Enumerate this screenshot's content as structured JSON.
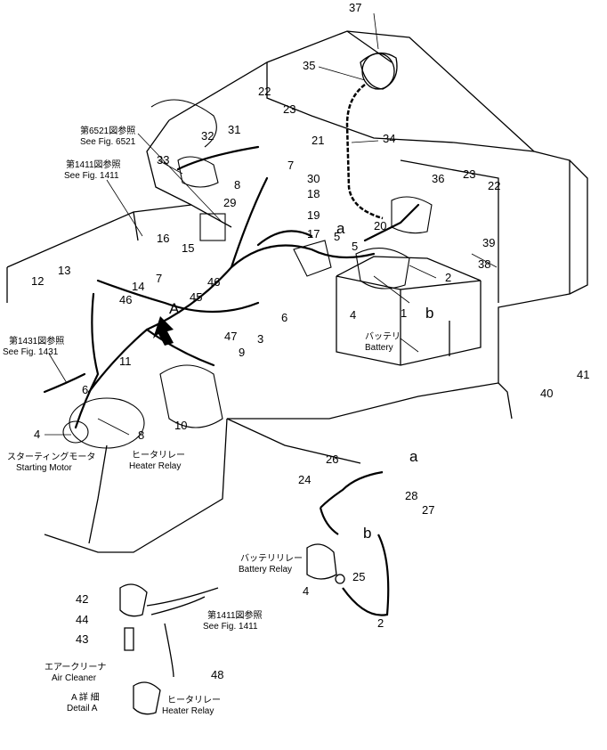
{
  "callouts": [
    {
      "id": "c1",
      "text": "1"
    },
    {
      "id": "c2",
      "text": "2"
    },
    {
      "id": "c2b",
      "text": "2"
    },
    {
      "id": "c3",
      "text": "3"
    },
    {
      "id": "c4",
      "text": "4"
    },
    {
      "id": "c4b",
      "text": "4"
    },
    {
      "id": "c4c",
      "text": "4"
    },
    {
      "id": "c5",
      "text": "5"
    },
    {
      "id": "c5b",
      "text": "5"
    },
    {
      "id": "c6",
      "text": "6"
    },
    {
      "id": "c6b",
      "text": "6"
    },
    {
      "id": "c7",
      "text": "7"
    },
    {
      "id": "c7b",
      "text": "7"
    },
    {
      "id": "c8",
      "text": "8"
    },
    {
      "id": "c8b",
      "text": "8"
    },
    {
      "id": "c9",
      "text": "9"
    },
    {
      "id": "c10",
      "text": "10"
    },
    {
      "id": "c11",
      "text": "11"
    },
    {
      "id": "c12",
      "text": "12"
    },
    {
      "id": "c13",
      "text": "13"
    },
    {
      "id": "c14",
      "text": "14"
    },
    {
      "id": "c15",
      "text": "15"
    },
    {
      "id": "c16",
      "text": "16"
    },
    {
      "id": "c17",
      "text": "17"
    },
    {
      "id": "c18",
      "text": "18"
    },
    {
      "id": "c19",
      "text": "19"
    },
    {
      "id": "c20",
      "text": "20"
    },
    {
      "id": "c21",
      "text": "21"
    },
    {
      "id": "c22",
      "text": "22"
    },
    {
      "id": "c22b",
      "text": "22"
    },
    {
      "id": "c23",
      "text": "23"
    },
    {
      "id": "c23b",
      "text": "23"
    },
    {
      "id": "c24",
      "text": "24"
    },
    {
      "id": "c25",
      "text": "25"
    },
    {
      "id": "c26",
      "text": "26"
    },
    {
      "id": "c27",
      "text": "27"
    },
    {
      "id": "c28",
      "text": "28"
    },
    {
      "id": "c29",
      "text": "29"
    },
    {
      "id": "c30",
      "text": "30"
    },
    {
      "id": "c31",
      "text": "31"
    },
    {
      "id": "c32",
      "text": "32"
    },
    {
      "id": "c33",
      "text": "33"
    },
    {
      "id": "c34",
      "text": "34"
    },
    {
      "id": "c35",
      "text": "35"
    },
    {
      "id": "c36",
      "text": "36"
    },
    {
      "id": "c37",
      "text": "37"
    },
    {
      "id": "c38",
      "text": "38"
    },
    {
      "id": "c39",
      "text": "39"
    },
    {
      "id": "c40",
      "text": "40"
    },
    {
      "id": "c41",
      "text": "41"
    },
    {
      "id": "c42",
      "text": "42"
    },
    {
      "id": "c43",
      "text": "43"
    },
    {
      "id": "c44",
      "text": "44"
    },
    {
      "id": "c45",
      "text": "45"
    },
    {
      "id": "c46",
      "text": "46"
    },
    {
      "id": "c46b",
      "text": "46"
    },
    {
      "id": "c47",
      "text": "47"
    },
    {
      "id": "c48",
      "text": "48"
    }
  ],
  "letters": {
    "a_top": "a",
    "b_top": "b",
    "a_bottom": "a",
    "b_bottom": "b",
    "detail_marker": "A"
  },
  "labels": {
    "see_6521_jp": "第6521図参照",
    "see_6521_en": "See Fig. 6521",
    "see_1411_jp": "第1411図参照",
    "see_1411_en": "See Fig. 1411",
    "see_1431_jp": "第1431図参照",
    "see_1431_en": "See Fig. 1431",
    "battery_jp": "バッテリ",
    "battery_en": "Battery",
    "starting_motor_jp": "スターティングモータ",
    "starting_motor_en": "Starting Motor",
    "heater_relay_jp": "ヒータリレー",
    "heater_relay_en": "Heater Relay",
    "battery_relay_jp": "バッテリリレー",
    "battery_relay_en": "Battery Relay",
    "see_1411b_jp": "第1411図参照",
    "see_1411b_en": "See Fig. 1411",
    "air_cleaner_jp": "エアークリーナ",
    "air_cleaner_en": "Air Cleaner",
    "detail_a_jp": "A 詳 細",
    "detail_a_en": "Detail A",
    "heater_relay2_jp": "ヒータリレー",
    "heater_relay2_en": "Heater Relay"
  }
}
